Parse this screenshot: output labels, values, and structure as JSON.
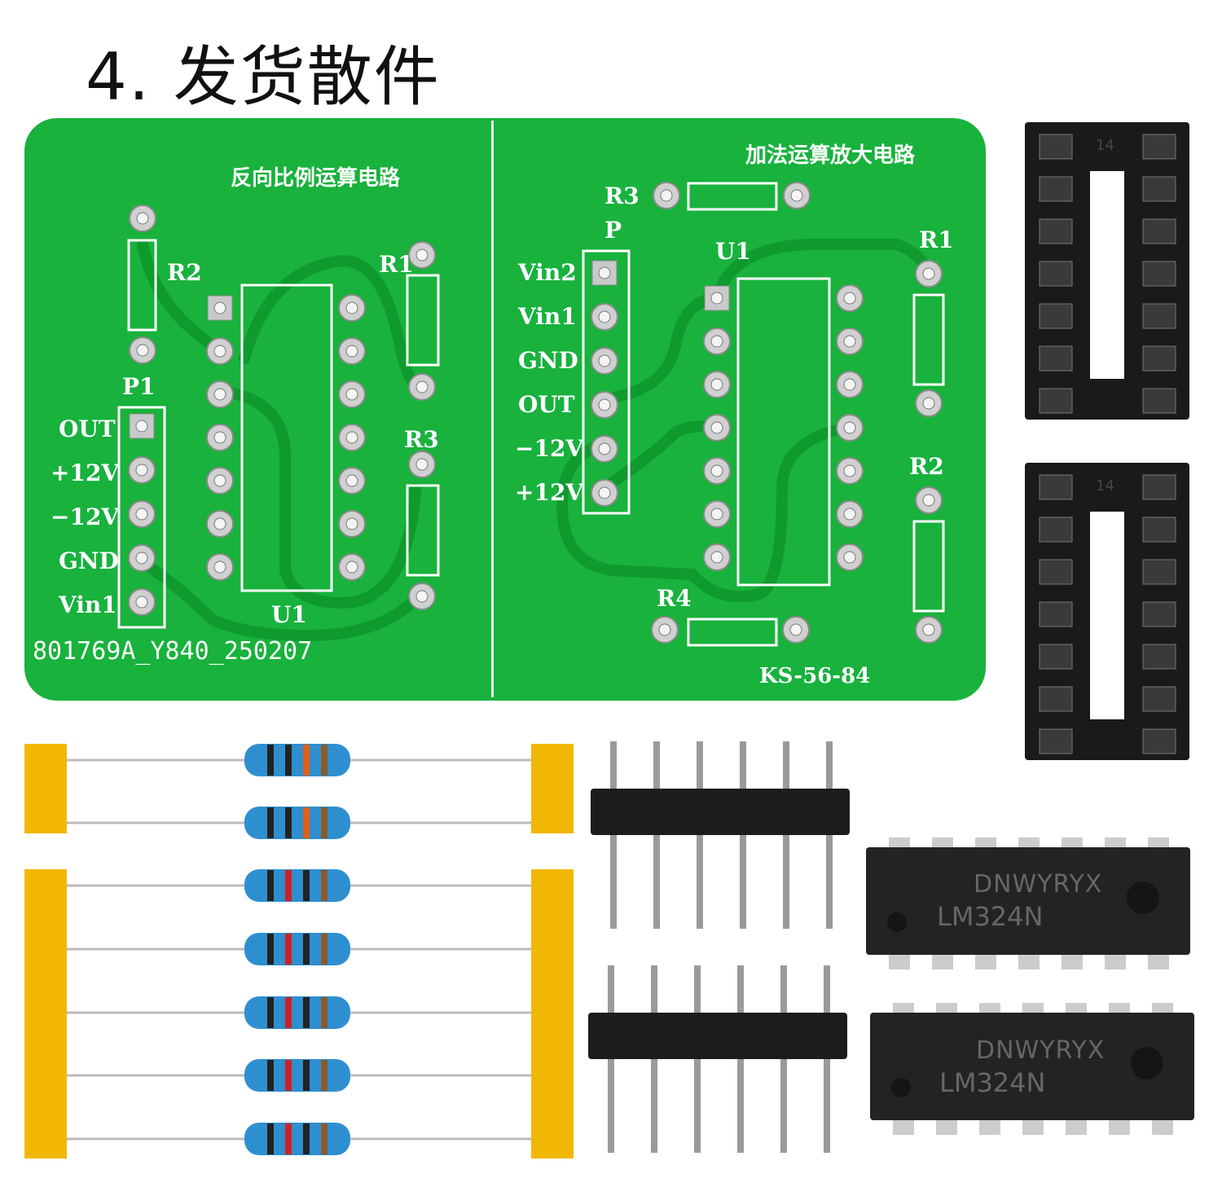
{
  "title": "4. 发货散件",
  "left_board": {
    "title": "反向比例运算电路",
    "labels": {
      "r2": "R2",
      "r1": "R1",
      "r3": "R3",
      "p1": "P1",
      "u1": "U1"
    },
    "pins": [
      "OUT",
      "+12V",
      "−12V",
      "GND",
      "Vin1"
    ],
    "serial": "801769A_Y840_250207"
  },
  "right_board": {
    "title": "加法运算放大电路",
    "labels": {
      "r3": "R3",
      "p": "P",
      "u1": "U1",
      "r1": "R1",
      "r2": "R2",
      "r4": "R4"
    },
    "pins": [
      "Vin2",
      "Vin1",
      "GND",
      "OUT",
      "−12V",
      "+12V"
    ],
    "code": "KS-56-84"
  },
  "ic_sockets": {
    "marking": "14",
    "count": 2
  },
  "ic_chips": {
    "brand": "DNWYRYX",
    "model": "LM324N",
    "count": 2
  },
  "resistors": {
    "count": 7
  },
  "pin_headers": {
    "count": 2,
    "pins_each": 6
  },
  "colors": {
    "pcb": "#18b23c",
    "tape": "#f2b705",
    "resistor_body": "#2e8fd0",
    "socket": "#1a1a1a"
  }
}
